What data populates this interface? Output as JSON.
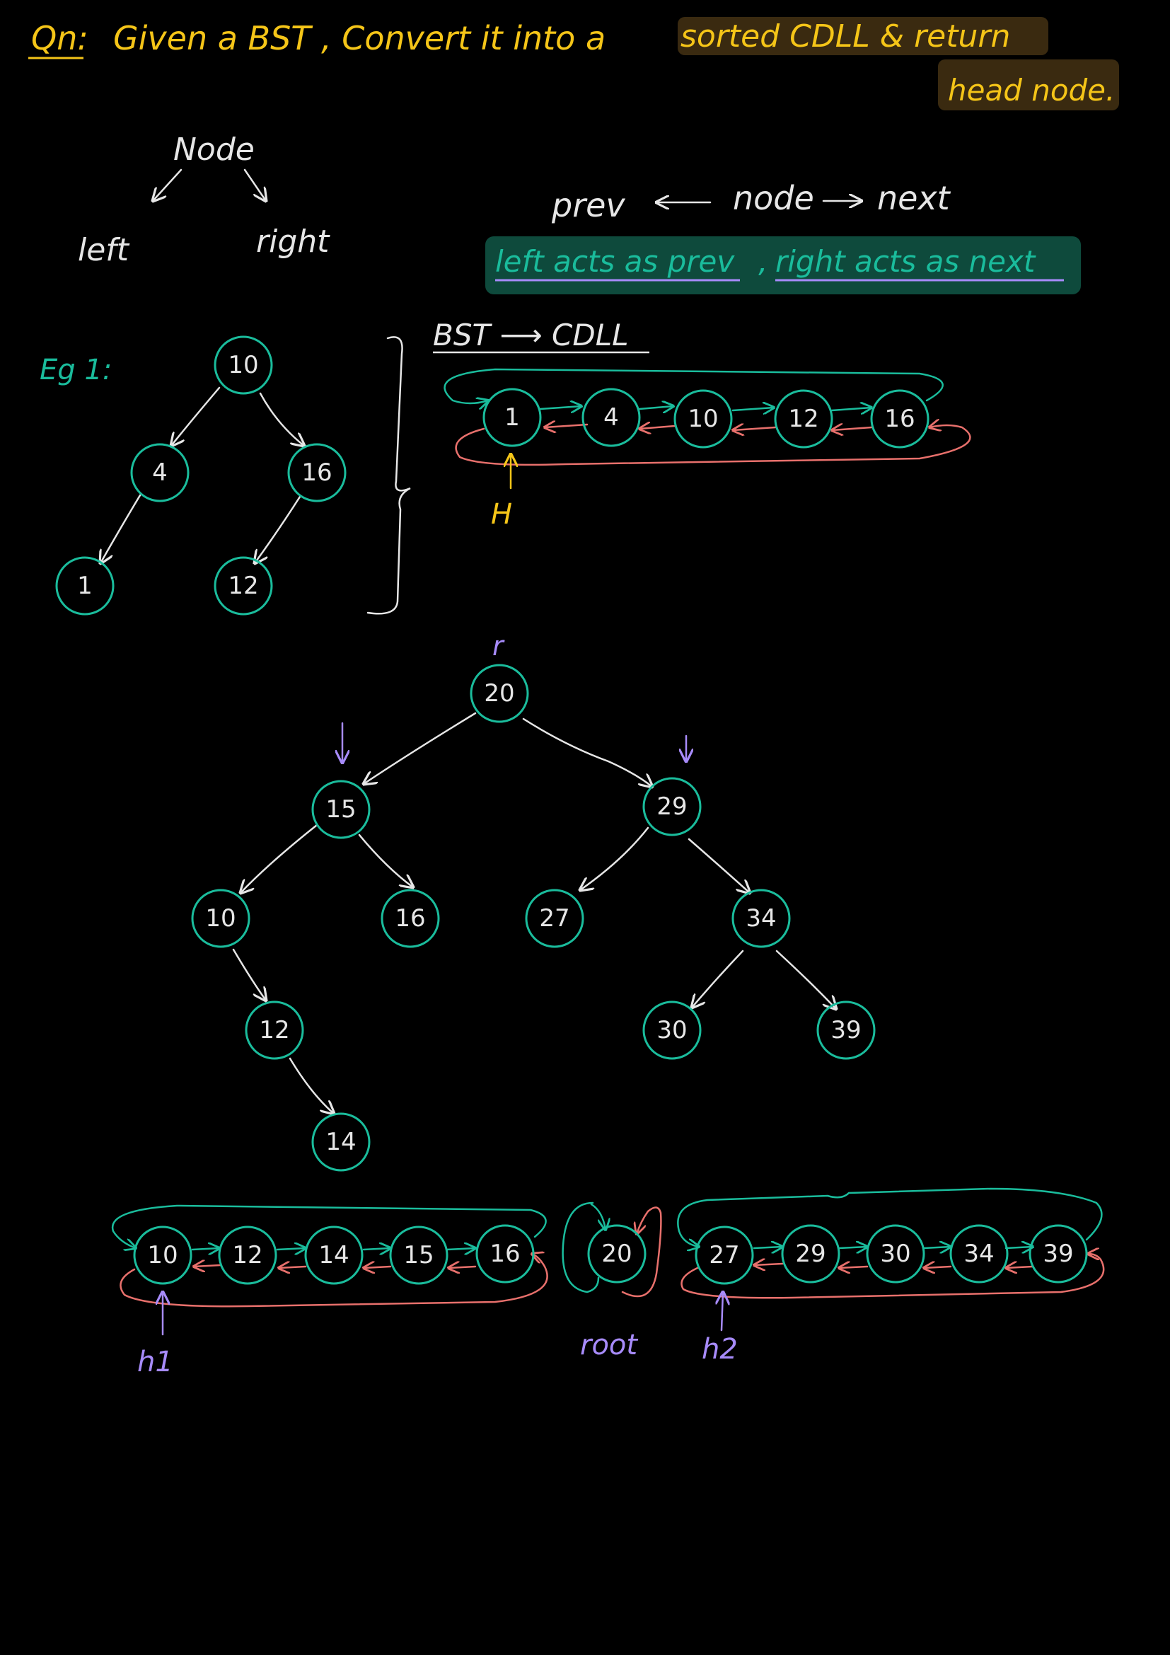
{
  "colors": {
    "background": "#000000",
    "yellow": "#f5c518",
    "teal": "#1abc9c",
    "white": "#e6e6e6",
    "red": "#e8706c",
    "lavender": "#a78bfa",
    "highlight_brown": "#3a2a10",
    "highlight_green": "#0e4a3c"
  },
  "question": {
    "prefix": "Qn:",
    "text": "Given a BST , Convert it into a",
    "highlight": "sorted CDLL & return",
    "highlight2": "head node."
  },
  "node_concept": {
    "root": "Node",
    "left": "left",
    "right": "right"
  },
  "dll_concept": {
    "prev": "prev",
    "node": "node",
    "next": "next",
    "note_left": "left acts as prev",
    "note_right": "right acts as next"
  },
  "example1": {
    "label": "Eg 1:",
    "tree_nodes": [
      "10",
      "4",
      "16",
      "1",
      "12"
    ],
    "conversion_label": "BST ⟶ CDLL",
    "list_nodes": [
      "1",
      "4",
      "10",
      "12",
      "16"
    ],
    "head_label": "H"
  },
  "example2": {
    "root_marker": "r",
    "tree_nodes": [
      "20",
      "15",
      "29",
      "10",
      "16",
      "27",
      "34",
      "12",
      "30",
      "39",
      "14"
    ],
    "left_list": [
      "10",
      "12",
      "14",
      "15",
      "16"
    ],
    "root_node": "20",
    "right_list": [
      "27",
      "29",
      "30",
      "34",
      "39"
    ],
    "h1_label": "h1",
    "root_label": "root",
    "h2_label": "h2"
  }
}
